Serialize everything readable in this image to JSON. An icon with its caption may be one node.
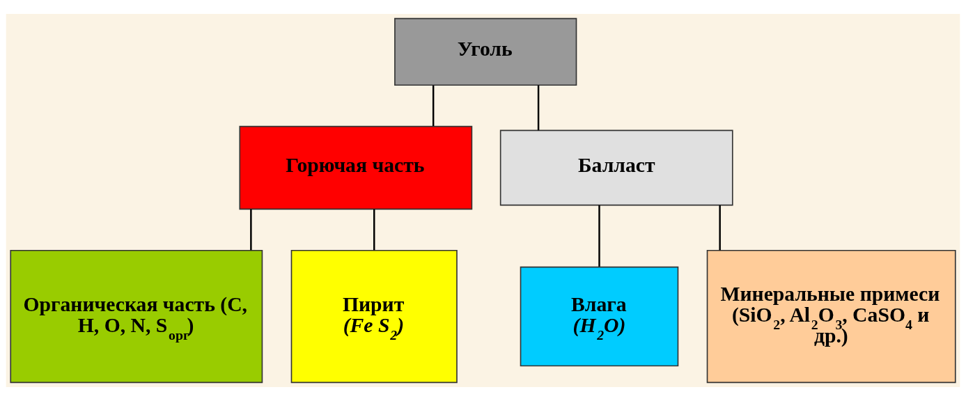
{
  "diagram": {
    "nodes": [
      {
        "text": [
          "Уголь"
        ]
      },
      {
        "text": [
          "Горючая часть"
        ]
      },
      {
        "text": [
          "Балласт"
        ]
      },
      {
        "text": [
          "Органическая часть (C, H, O, N, S$_{орг}$)"
        ]
      },
      {
        "text": [
          "Пирит",
          "(Fe S$_{2}$)"
        ]
      },
      {
        "text": [
          "Влага",
          "(H$_{2}$O)"
        ]
      },
      {
        "text": [
          "Минеральные примеси (SiO$_{2}$, Al$_{2}$O$_{3}$, CaSO$_{4}$ и др.)"
        ]
      }
    ],
    "edges": [
      {
        "from": 0,
        "to": 1,
        "arrow": "none"
      },
      {
        "from": 0,
        "to": 2,
        "arrow": "none"
      },
      {
        "from": 1,
        "to": 3,
        "arrow": "none"
      },
      {
        "from": 1,
        "to": 4,
        "arrow": "none"
      },
      {
        "from": 2,
        "to": 5,
        "arrow": "none"
      },
      {
        "from": 2,
        "to": 6,
        "arrow": "none"
      }
    ]
  }
}
